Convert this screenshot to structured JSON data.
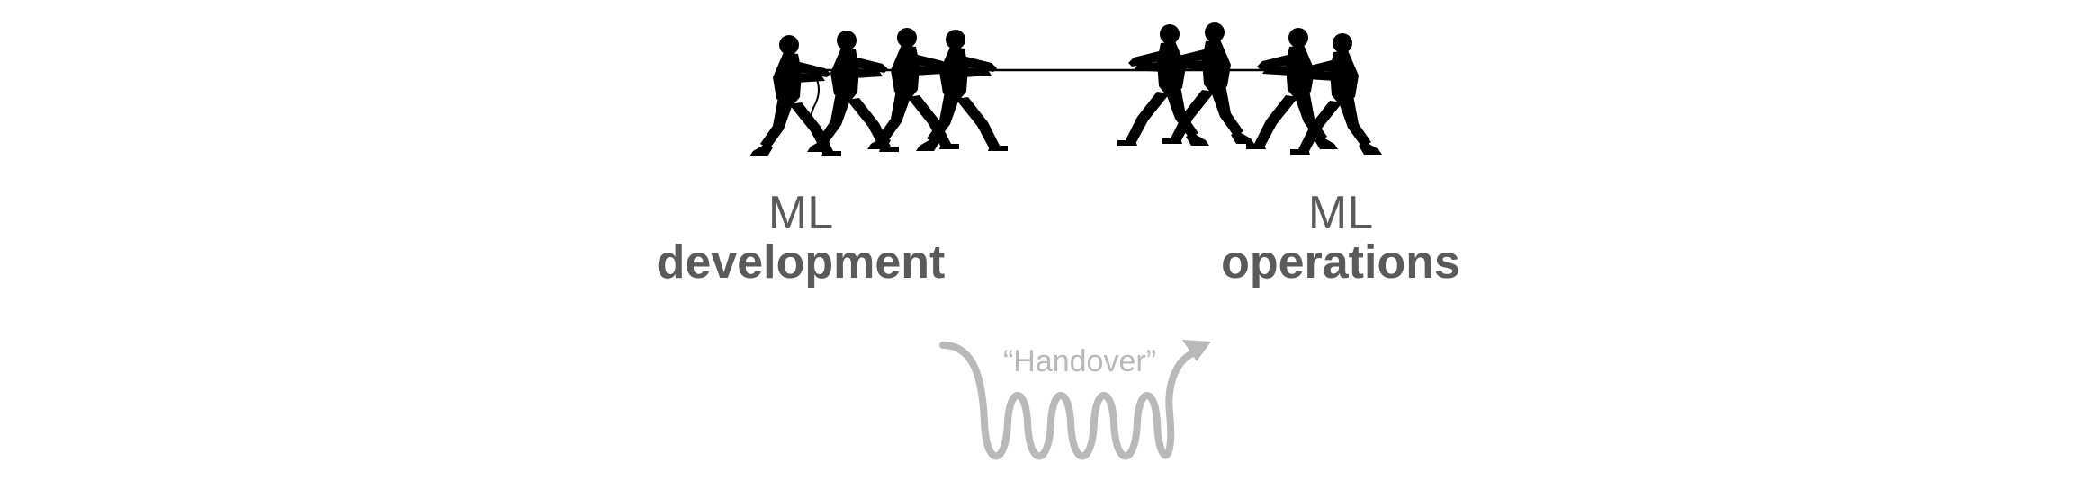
{
  "diagram": {
    "left_team": {
      "line1": "ML",
      "line2": "development",
      "people": 4
    },
    "right_team": {
      "line1": "ML",
      "line2": "operations",
      "people": 4
    },
    "handover": {
      "label": "“Handover”"
    },
    "colors": {
      "silhouette": "#000000",
      "label_text": "#5a5a5a",
      "handover_arrow": "#b9b9b9",
      "background": "#ffffff"
    },
    "icons": [
      "tug-of-war-silhouettes",
      "squiggly-arrow-icon"
    ]
  }
}
